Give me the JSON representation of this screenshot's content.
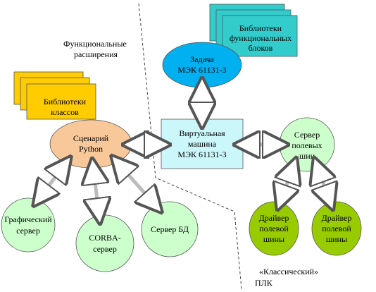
{
  "annotations": {
    "functional_extensions": [
      "Функциональные",
      "расширения"
    ],
    "classic_plc": [
      "«Классический»",
      "ПЛК"
    ]
  },
  "nodes": {
    "libraries_fb": [
      "Библиотеки",
      "функциональных",
      "блоков"
    ],
    "task": [
      "Задача",
      "МЭК 61131-3"
    ],
    "libraries_classes": [
      "Библиотеки",
      "классов"
    ],
    "python_scenario": [
      "Сценарий",
      "Python"
    ],
    "virtual_machine": [
      "Виртуальная",
      "машина",
      "МЭК 61131-3"
    ],
    "fieldbus_server": [
      "Сервер",
      "полевых",
      "шин"
    ],
    "graphic_server": [
      "Графический",
      "сервер"
    ],
    "corba_server": [
      "CORBA-",
      "сервер"
    ],
    "db_server": [
      "Сервер БД"
    ],
    "fieldbus_driver_1": [
      "Драйвер",
      "полевой",
      "шины"
    ],
    "fieldbus_driver_2": [
      "Драйвер",
      "полевой",
      "шины"
    ]
  },
  "colors": {
    "teal_library": "#33cccc",
    "yellow_library": "#ffcc00",
    "task_blue": "#00b0f0",
    "python_orange": "#f8c89a",
    "vm_lightcyan": "#ccf7fa",
    "server_lightgreen": "#ccffcc",
    "driver_green": "#99cc00"
  }
}
